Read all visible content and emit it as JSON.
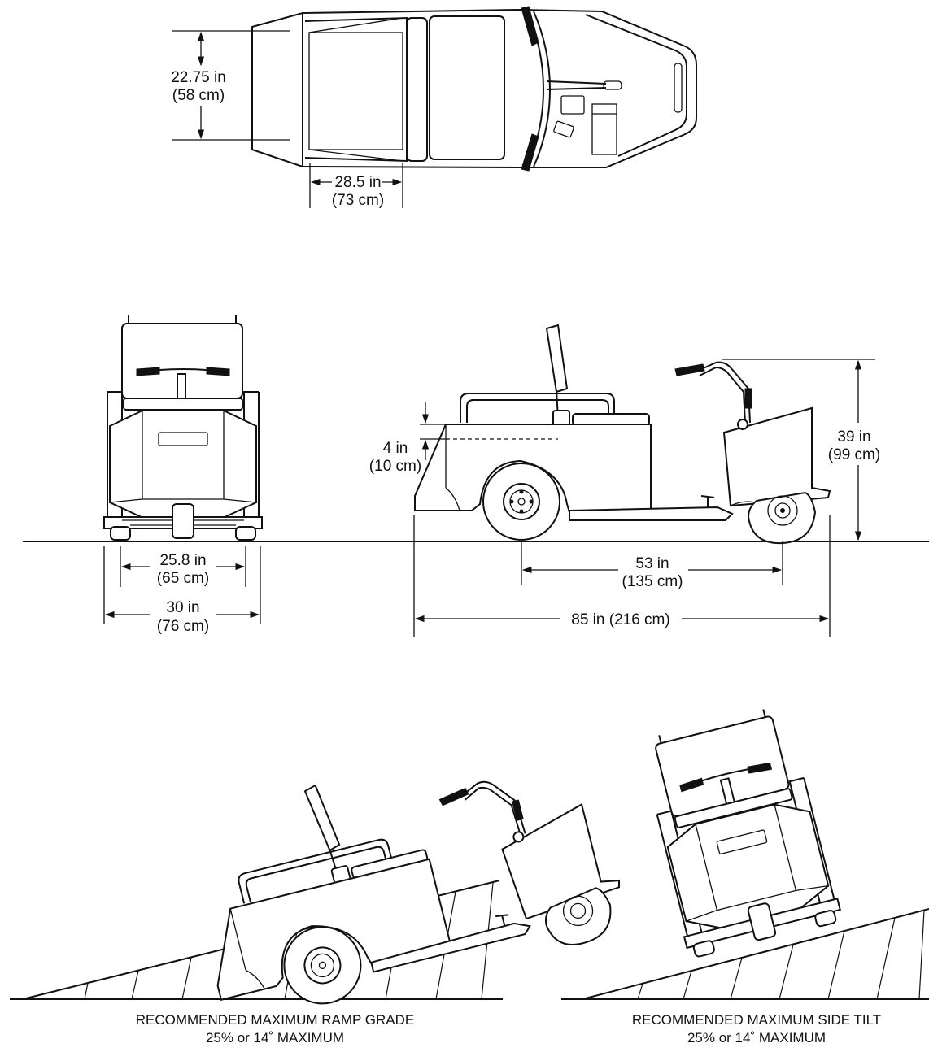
{
  "top_view": {
    "width_dim": "22.75 in",
    "width_dim_metric": "(58 cm)",
    "seat_dim": "28.5 in",
    "seat_dim_metric": "(73 cm)"
  },
  "rear_view": {
    "inner_width_dim": "25.8 in",
    "inner_width_dim_metric": "(65 cm)",
    "outer_width_dim": "30 in",
    "outer_width_dim_metric": "(76 cm)"
  },
  "side_view": {
    "step_height_dim": "4 in",
    "step_height_dim_metric": "(10 cm)",
    "height_dim": "39 in",
    "height_dim_metric": "(99 cm)",
    "wheelbase_dim": "53 in",
    "wheelbase_dim_metric": "(135 cm)",
    "length_dim": "85 in (216 cm)"
  },
  "ramp_view": {
    "caption_line1": "RECOMMENDED MAXIMUM RAMP GRADE",
    "caption_line2": "25% or 14˚ MAXIMUM"
  },
  "tilt_view": {
    "caption_line1": "RECOMMENDED MAXIMUM SIDE TILT",
    "caption_line2": "25% or 14˚ MAXIMUM"
  },
  "colors": {
    "ink": "#111111",
    "paper": "#ffffff"
  }
}
